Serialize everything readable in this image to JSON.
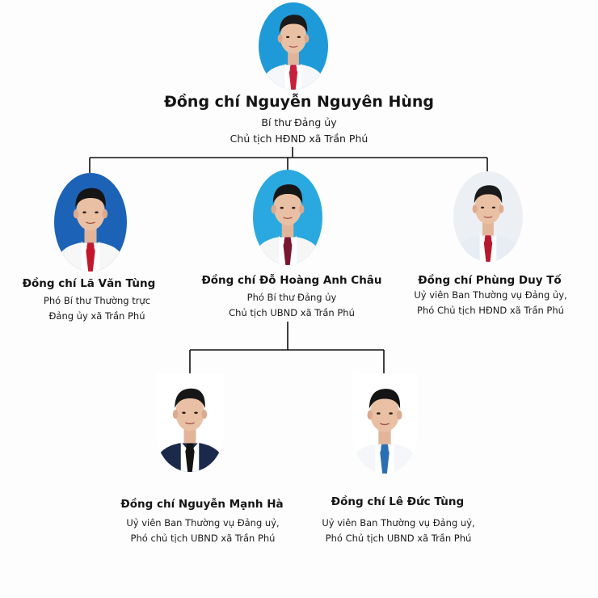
{
  "leader": {
    "name": "Đồng chí Nguyễn Nguyên Hùng",
    "roles": [
      "Bí thư Đảng ủy",
      "Chủ tịch HĐND xã Trần Phú"
    ],
    "photo": {
      "background": "#1e9ad8",
      "suit": "#f5f7fa",
      "tie": "#c8203b",
      "hair": "#1a1a1a"
    }
  },
  "deputies": [
    {
      "name": "Đồng chí  Lã Văn Tùng",
      "roles": [
        "Phó Bí thư Thường trực",
        "Đảng ủy xã Trần Phú"
      ],
      "photo": {
        "background": "#1c63b8",
        "suit": "#f7f7f7",
        "tie": "#c3172b",
        "hair": "#151515"
      }
    },
    {
      "name": "Đồng chí Đỗ Hoàng Anh Châu",
      "roles": [
        "Phó Bí thư Đảng ủy",
        "Chủ tịch UBND xã Trần Phú"
      ],
      "photo": {
        "background": "#2aa9e0",
        "suit": "#f6f6f6",
        "tie": "#7a1730",
        "hair": "#161616"
      }
    },
    {
      "name": "Đồng chí Phùng Duy Tố",
      "roles": [
        "Uỷ viên Ban Thường vụ Đảng ủy,",
        "Phó Chủ tịch HĐND xã Trần Phú"
      ],
      "photo": {
        "background": "#eceff3",
        "suit": "#e8ecf3",
        "tie": "#b7192d",
        "hair": "#1a1a1a"
      }
    }
  ],
  "members": [
    {
      "name": "Đồng chí Nguyễn Mạnh Hà",
      "roles": [
        "Uỷ viên Ban Thường vụ Đảng uỷ,",
        "Phó chủ tịch UBND xã Trần Phú"
      ],
      "photo": {
        "background": "#ffffff",
        "suit": "#1b2a4a",
        "tie": "#141414",
        "hair": "#161616"
      }
    },
    {
      "name": "Đồng chí Lê Đức Tùng",
      "roles": [
        "Uỷ viên Ban Thường vụ Đảng uỷ,",
        "Phó Chủ tịch UBND xã Trần Phú"
      ],
      "photo": {
        "background": "#ffffff",
        "suit": "#f4f6f9",
        "tie": "#2a6fb3",
        "hair": "#141414"
      }
    }
  ]
}
